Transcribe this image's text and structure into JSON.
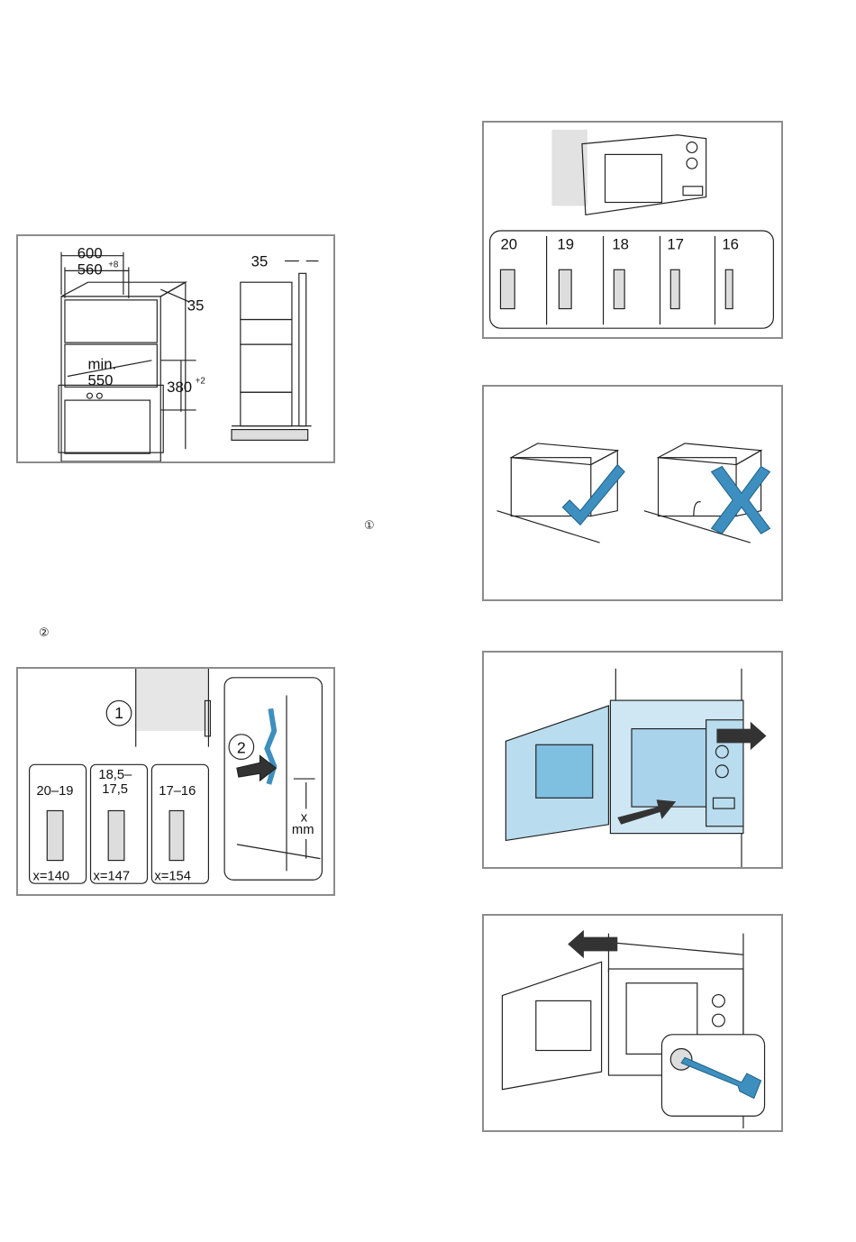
{
  "markers": {
    "step1": "①",
    "step2": "②"
  },
  "fig_niche": {
    "dim_600": "600",
    "dim_560": "560",
    "dim_560_sup": "+8",
    "dim_35_top": "35",
    "dim_min": "min.",
    "dim_550": "550",
    "dim_380": "380",
    "dim_380_sup": "+2",
    "dim_35_side": "35"
  },
  "fig_hinge": {
    "callout_1": "1",
    "callout_2": "2",
    "boxes": [
      {
        "top": "20–19",
        "top2": "",
        "bottom": "x=140"
      },
      {
        "top": "18,5–",
        "top2": "17,5",
        "bottom": "x=147"
      },
      {
        "top": "17–16",
        "top2": "",
        "bottom": "x=154"
      }
    ],
    "x_label": "x",
    "mm_label": "mm"
  },
  "fig_thickness": {
    "values": [
      "20",
      "19",
      "18",
      "17",
      "16"
    ]
  },
  "colors": {
    "accent_blue": "#3d8fbf",
    "light_blue": "#b9dcee",
    "frame_gray": "#8c8c8c"
  }
}
